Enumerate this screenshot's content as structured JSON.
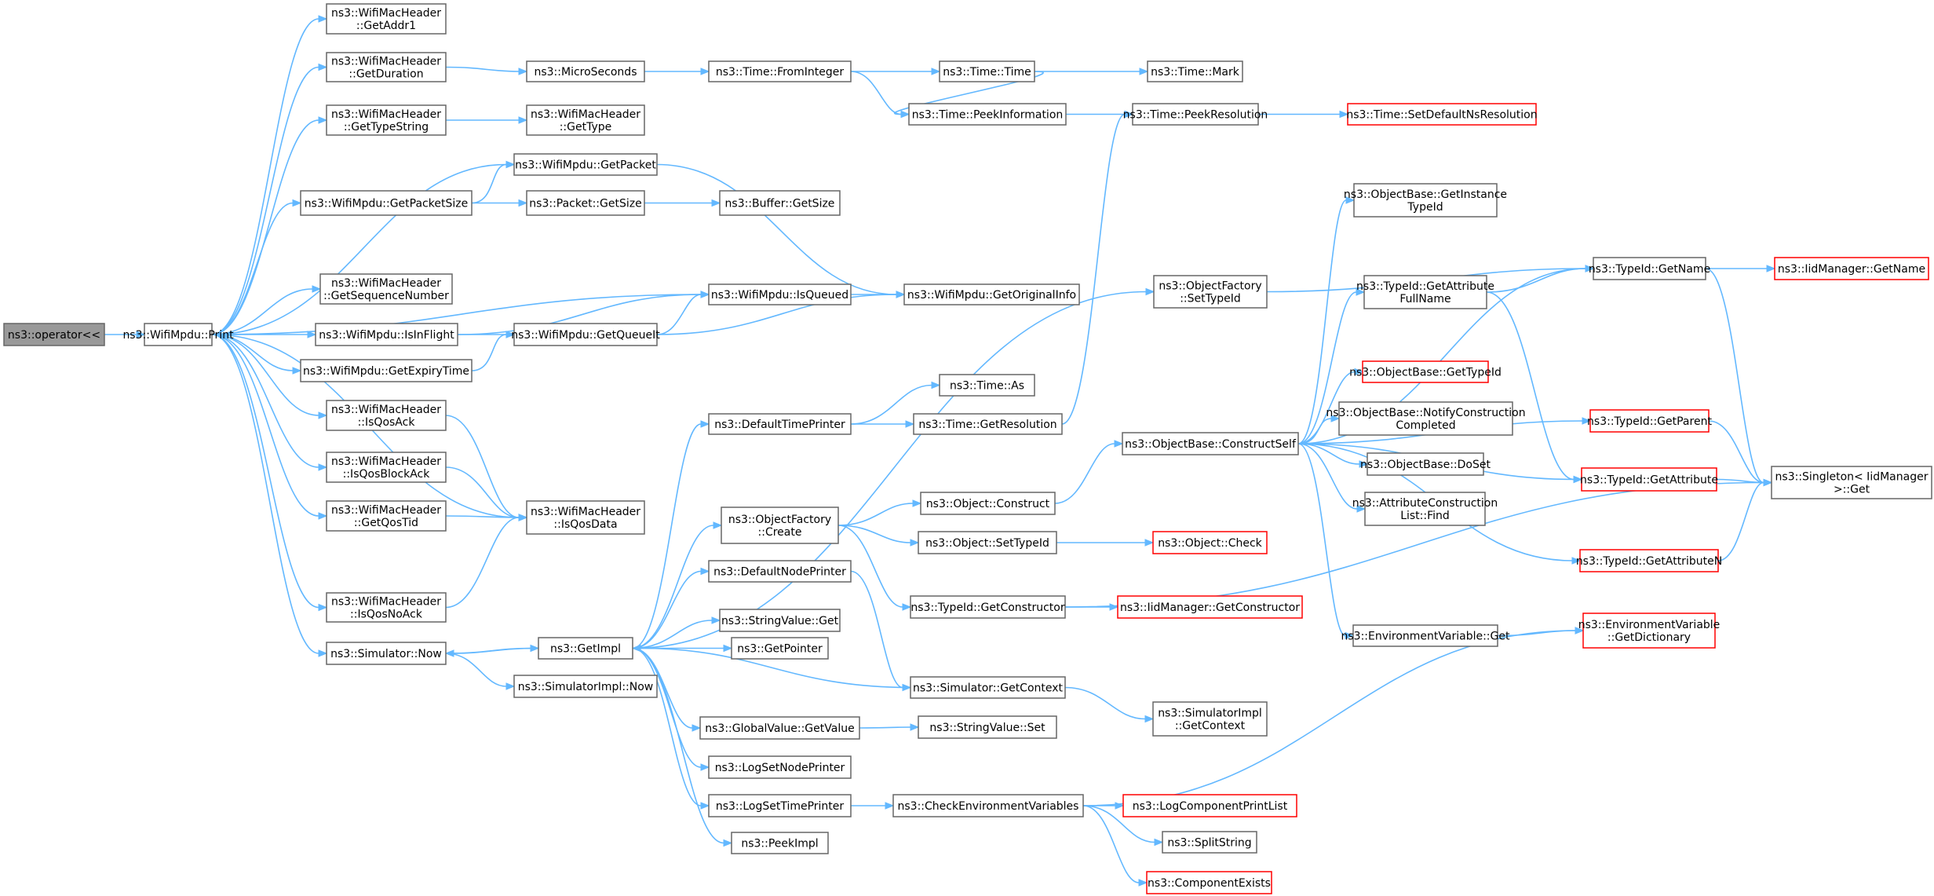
{
  "graph": {
    "title": "",
    "nodes": [
      {
        "id": "op",
        "lines": [
          "ns3::operator<<"
        ],
        "style": "root"
      },
      {
        "id": "print",
        "lines": [
          "ns3::WifiMpdu::Print"
        ],
        "style": "normal"
      },
      {
        "id": "getaddr1",
        "lines": [
          "ns3::WifiMacHeader",
          "::GetAddr1"
        ],
        "style": "normal"
      },
      {
        "id": "getduration",
        "lines": [
          "ns3::WifiMacHeader",
          "::GetDuration"
        ],
        "style": "normal"
      },
      {
        "id": "gettypestring",
        "lines": [
          "ns3::WifiMacHeader",
          "::GetTypeString"
        ],
        "style": "normal"
      },
      {
        "id": "getpacketsize",
        "lines": [
          "ns3::WifiMpdu::GetPacketSize"
        ],
        "style": "normal"
      },
      {
        "id": "getseqnum",
        "lines": [
          "ns3::WifiMacHeader",
          "::GetSequenceNumber"
        ],
        "style": "normal"
      },
      {
        "id": "isinflight",
        "lines": [
          "ns3::WifiMpdu::IsInFlight"
        ],
        "style": "normal"
      },
      {
        "id": "getexpirytime",
        "lines": [
          "ns3::WifiMpdu::GetExpiryTime"
        ],
        "style": "normal"
      },
      {
        "id": "isqosack",
        "lines": [
          "ns3::WifiMacHeader",
          "::IsQosAck"
        ],
        "style": "normal"
      },
      {
        "id": "isqosblockack",
        "lines": [
          "ns3::WifiMacHeader",
          "::IsQosBlockAck"
        ],
        "style": "normal"
      },
      {
        "id": "getqostid",
        "lines": [
          "ns3::WifiMacHeader",
          "::GetQosTid"
        ],
        "style": "normal"
      },
      {
        "id": "isqosnoack",
        "lines": [
          "ns3::WifiMacHeader",
          "::IsQosNoAck"
        ],
        "style": "normal"
      },
      {
        "id": "simnow",
        "lines": [
          "ns3::Simulator::Now"
        ],
        "style": "normal"
      },
      {
        "id": "microseconds",
        "lines": [
          "ns3::MicroSeconds"
        ],
        "style": "normal"
      },
      {
        "id": "gettype",
        "lines": [
          "ns3::WifiMacHeader",
          "::GetType"
        ],
        "style": "normal"
      },
      {
        "id": "getpacket",
        "lines": [
          "ns3::WifiMpdu::GetPacket"
        ],
        "style": "normal"
      },
      {
        "id": "packetgetsize",
        "lines": [
          "ns3::Packet::GetSize"
        ],
        "style": "normal"
      },
      {
        "id": "isqueued",
        "lines": [
          "ns3::WifiMpdu::IsQueued"
        ],
        "style": "normal"
      },
      {
        "id": "getqueueit",
        "lines": [
          "ns3::WifiMpdu::GetQueueIt"
        ],
        "style": "normal"
      },
      {
        "id": "isqosdata",
        "lines": [
          "ns3::WifiMacHeader",
          "::IsQosData"
        ],
        "style": "normal"
      },
      {
        "id": "getimpl",
        "lines": [
          "ns3::GetImpl"
        ],
        "style": "normal"
      },
      {
        "id": "simimplnow",
        "lines": [
          "ns3::SimulatorImpl::Now"
        ],
        "style": "normal"
      },
      {
        "id": "fromint",
        "lines": [
          "ns3::Time::FromInteger"
        ],
        "style": "normal"
      },
      {
        "id": "buffergetsize",
        "lines": [
          "ns3::Buffer::GetSize"
        ],
        "style": "normal"
      },
      {
        "id": "defaulttimeprinter",
        "lines": [
          "ns3::DefaultTimePrinter"
        ],
        "style": "normal"
      },
      {
        "id": "ofcreate",
        "lines": [
          "ns3::ObjectFactory",
          "::Create"
        ],
        "style": "normal"
      },
      {
        "id": "defaultnodeprinter",
        "lines": [
          "ns3::DefaultNodePrinter"
        ],
        "style": "normal"
      },
      {
        "id": "stringvalueget",
        "lines": [
          "ns3::StringValue::Get"
        ],
        "style": "normal"
      },
      {
        "id": "getpointer",
        "lines": [
          "ns3::GetPointer"
        ],
        "style": "normal"
      },
      {
        "id": "globalvaluegetvalue",
        "lines": [
          "ns3::GlobalValue::GetValue"
        ],
        "style": "normal"
      },
      {
        "id": "logsetnodeprinter",
        "lines": [
          "ns3::LogSetNodePrinter"
        ],
        "style": "normal"
      },
      {
        "id": "logsettimeprinter",
        "lines": [
          "ns3::LogSetTimePrinter"
        ],
        "style": "normal"
      },
      {
        "id": "peekimpl",
        "lines": [
          "ns3::PeekImpl"
        ],
        "style": "normal"
      },
      {
        "id": "timetime",
        "lines": [
          "ns3::Time::Time"
        ],
        "style": "normal"
      },
      {
        "id": "peekinfo",
        "lines": [
          "ns3::Time::PeekInformation"
        ],
        "style": "normal"
      },
      {
        "id": "getorigininfo",
        "lines": [
          "ns3::WifiMpdu::GetOriginalInfo"
        ],
        "style": "normal"
      },
      {
        "id": "timeas",
        "lines": [
          "ns3::Time::As"
        ],
        "style": "normal"
      },
      {
        "id": "timegetres",
        "lines": [
          "ns3::Time::GetResolution"
        ],
        "style": "normal"
      },
      {
        "id": "objconstruct",
        "lines": [
          "ns3::Object::Construct"
        ],
        "style": "normal"
      },
      {
        "id": "objsettypeid",
        "lines": [
          "ns3::Object::SetTypeId"
        ],
        "style": "normal"
      },
      {
        "id": "typeidgetctor",
        "lines": [
          "ns3::TypeId::GetConstructor"
        ],
        "style": "normal"
      },
      {
        "id": "simgetcontext",
        "lines": [
          "ns3::Simulator::GetContext"
        ],
        "style": "normal"
      },
      {
        "id": "stringvalueset",
        "lines": [
          "ns3::StringValue::Set"
        ],
        "style": "normal"
      },
      {
        "id": "checkenv",
        "lines": [
          "ns3::CheckEnvironmentVariables"
        ],
        "style": "normal"
      },
      {
        "id": "timemark",
        "lines": [
          "ns3::Time::Mark"
        ],
        "style": "normal"
      },
      {
        "id": "peekres",
        "lines": [
          "ns3::Time::PeekResolution"
        ],
        "style": "normal"
      },
      {
        "id": "ofsettypeid",
        "lines": [
          "ns3::ObjectFactory",
          "::SetTypeId"
        ],
        "style": "normal"
      },
      {
        "id": "constructself",
        "lines": [
          "ns3::ObjectBase::ConstructSelf"
        ],
        "style": "normal"
      },
      {
        "id": "objcheck",
        "lines": [
          "ns3::Object::Check"
        ],
        "style": "red"
      },
      {
        "id": "iidgetctor",
        "lines": [
          "ns3::IidManager::GetConstructor"
        ],
        "style": "red"
      },
      {
        "id": "simimplgetctx",
        "lines": [
          "ns3::SimulatorImpl",
          "::GetContext"
        ],
        "style": "normal"
      },
      {
        "id": "logcompprint",
        "lines": [
          "ns3::LogComponentPrintList"
        ],
        "style": "red"
      },
      {
        "id": "splitstring",
        "lines": [
          "ns3::SplitString"
        ],
        "style": "normal"
      },
      {
        "id": "compexists",
        "lines": [
          "ns3::ComponentExists"
        ],
        "style": "red"
      },
      {
        "id": "setdefaultres",
        "lines": [
          "ns3::Time::SetDefaultNsResolution"
        ],
        "style": "red"
      },
      {
        "id": "obgetinstance",
        "lines": [
          "ns3::ObjectBase::GetInstance",
          "TypeId"
        ],
        "style": "normal"
      },
      {
        "id": "tidgetattrfull",
        "lines": [
          "ns3::TypeId::GetAttribute",
          "FullName"
        ],
        "style": "normal"
      },
      {
        "id": "obgettypeid",
        "lines": [
          "ns3::ObjectBase::GetTypeId"
        ],
        "style": "red"
      },
      {
        "id": "obnotify",
        "lines": [
          "ns3::ObjectBase::NotifyConstruction",
          "Completed"
        ],
        "style": "normal"
      },
      {
        "id": "obdoset",
        "lines": [
          "ns3::ObjectBase::DoSet"
        ],
        "style": "normal"
      },
      {
        "id": "attrlistfind",
        "lines": [
          "ns3::AttributeConstruction",
          "List::Find"
        ],
        "style": "normal"
      },
      {
        "id": "envget",
        "lines": [
          "ns3::EnvironmentVariable::Get"
        ],
        "style": "normal"
      },
      {
        "id": "tidgetname",
        "lines": [
          "ns3::TypeId::GetName"
        ],
        "style": "normal"
      },
      {
        "id": "tidgetparent",
        "lines": [
          "ns3::TypeId::GetParent"
        ],
        "style": "red"
      },
      {
        "id": "tidgetattr",
        "lines": [
          "ns3::TypeId::GetAttribute"
        ],
        "style": "red"
      },
      {
        "id": "tidgetattrn",
        "lines": [
          "ns3::TypeId::GetAttributeN"
        ],
        "style": "red"
      },
      {
        "id": "envgetdict",
        "lines": [
          "ns3::EnvironmentVariable",
          "::GetDictionary"
        ],
        "style": "red"
      },
      {
        "id": "iidgetname",
        "lines": [
          "ns3::IidManager::GetName"
        ],
        "style": "red"
      },
      {
        "id": "singletonget",
        "lines": [
          "ns3::Singleton< IidManager",
          ">::Get"
        ],
        "style": "normal"
      }
    ],
    "edges": [
      [
        "op",
        "print"
      ],
      [
        "print",
        "getaddr1"
      ],
      [
        "print",
        "getduration"
      ],
      [
        "print",
        "gettypestring"
      ],
      [
        "print",
        "getpacket"
      ],
      [
        "print",
        "getpacketsize"
      ],
      [
        "print",
        "isqueued"
      ],
      [
        "print",
        "getseqnum"
      ],
      [
        "print",
        "isinflight"
      ],
      [
        "print",
        "getexpirytime"
      ],
      [
        "print",
        "isqosack"
      ],
      [
        "print",
        "isqosblockack"
      ],
      [
        "print",
        "getqostid"
      ],
      [
        "print",
        "isqosdata"
      ],
      [
        "print",
        "isqosnoack"
      ],
      [
        "print",
        "simnow"
      ],
      [
        "getduration",
        "microseconds"
      ],
      [
        "gettypestring",
        "gettype"
      ],
      [
        "getpacketsize",
        "getpacket"
      ],
      [
        "getpacketsize",
        "packetgetsize"
      ],
      [
        "isinflight",
        "isqueued"
      ],
      [
        "isinflight",
        "getqueueit"
      ],
      [
        "getexpirytime",
        "getqueueit"
      ],
      [
        "isqosack",
        "isqosdata"
      ],
      [
        "isqosblockack",
        "isqosdata"
      ],
      [
        "getqostid",
        "isqosdata"
      ],
      [
        "isqosnoack",
        "isqosdata"
      ],
      [
        "simnow",
        "getimpl"
      ],
      [
        "simnow",
        "simimplnow"
      ],
      [
        "microseconds",
        "fromint"
      ],
      [
        "packetgetsize",
        "buffergetsize"
      ],
      [
        "getpacket",
        "getorigininfo"
      ],
      [
        "isqueued",
        "getorigininfo"
      ],
      [
        "getqueueit",
        "isqueued"
      ],
      [
        "getqueueit",
        "getorigininfo"
      ],
      [
        "getimpl",
        "defaulttimeprinter"
      ],
      [
        "getimpl",
        "ofcreate"
      ],
      [
        "getimpl",
        "defaultnodeprinter"
      ],
      [
        "getimpl",
        "stringvalueget"
      ],
      [
        "getimpl",
        "getpointer"
      ],
      [
        "getimpl",
        "globalvaluegetvalue"
      ],
      [
        "getimpl",
        "logsetnodeprinter"
      ],
      [
        "getimpl",
        "logsettimeprinter"
      ],
      [
        "getimpl",
        "peekimpl"
      ],
      [
        "getimpl",
        "ofsettypeid"
      ],
      [
        "getimpl",
        "simnow"
      ],
      [
        "fromint",
        "timetime"
      ],
      [
        "fromint",
        "peekinfo"
      ],
      [
        "defaulttimeprinter",
        "timeas"
      ],
      [
        "defaulttimeprinter",
        "timegetres"
      ],
      [
        "ofcreate",
        "objconstruct"
      ],
      [
        "ofcreate",
        "objsettypeid"
      ],
      [
        "ofcreate",
        "typeidgetctor"
      ],
      [
        "defaultnodeprinter",
        "simgetcontext"
      ],
      [
        "globalvaluegetvalue",
        "stringvalueset"
      ],
      [
        "logsettimeprinter",
        "checkenv"
      ],
      [
        "timetime",
        "timemark"
      ],
      [
        "timetime",
        "peekinfo"
      ],
      [
        "peekinfo",
        "peekres"
      ],
      [
        "timegetres",
        "peekres"
      ],
      [
        "objconstruct",
        "constructself"
      ],
      [
        "objsettypeid",
        "objcheck"
      ],
      [
        "typeidgetctor",
        "iidgetctor"
      ],
      [
        "typeidgetctor",
        "singletonget"
      ],
      [
        "simgetcontext",
        "simimplgetctx"
      ],
      [
        "simgetcontext",
        "getimpl"
      ],
      [
        "checkenv",
        "logcompprint"
      ],
      [
        "checkenv",
        "splitstring"
      ],
      [
        "checkenv",
        "compexists"
      ],
      [
        "checkenv",
        "envgetdict"
      ],
      [
        "peekres",
        "setdefaultres"
      ],
      [
        "ofsettypeid",
        "tidgetname"
      ],
      [
        "constructself",
        "obgetinstance"
      ],
      [
        "constructself",
        "tidgetname"
      ],
      [
        "constructself",
        "tidgetattrfull"
      ],
      [
        "constructself",
        "obgettypeid"
      ],
      [
        "constructself",
        "obnotify"
      ],
      [
        "constructself",
        "obdoset"
      ],
      [
        "constructself",
        "attrlistfind"
      ],
      [
        "constructself",
        "envget"
      ],
      [
        "constructself",
        "tidgetparent"
      ],
      [
        "constructself",
        "tidgetattr"
      ],
      [
        "constructself",
        "tidgetattrn"
      ],
      [
        "tidgetattrfull",
        "tidgetname"
      ],
      [
        "tidgetattrfull",
        "tidgetattr"
      ],
      [
        "envget",
        "envgetdict"
      ],
      [
        "tidgetname",
        "iidgetname"
      ],
      [
        "tidgetname",
        "singletonget"
      ],
      [
        "tidgetparent",
        "singletonget"
      ],
      [
        "tidgetattr",
        "singletonget"
      ],
      [
        "tidgetattrn",
        "singletonget"
      ]
    ]
  },
  "colors": {
    "edge": "#63b8ff",
    "node_border": "#666666",
    "node_border_highlight": "#ff0000",
    "root_fill": "#999999",
    "node_fill": "#ffffff"
  }
}
